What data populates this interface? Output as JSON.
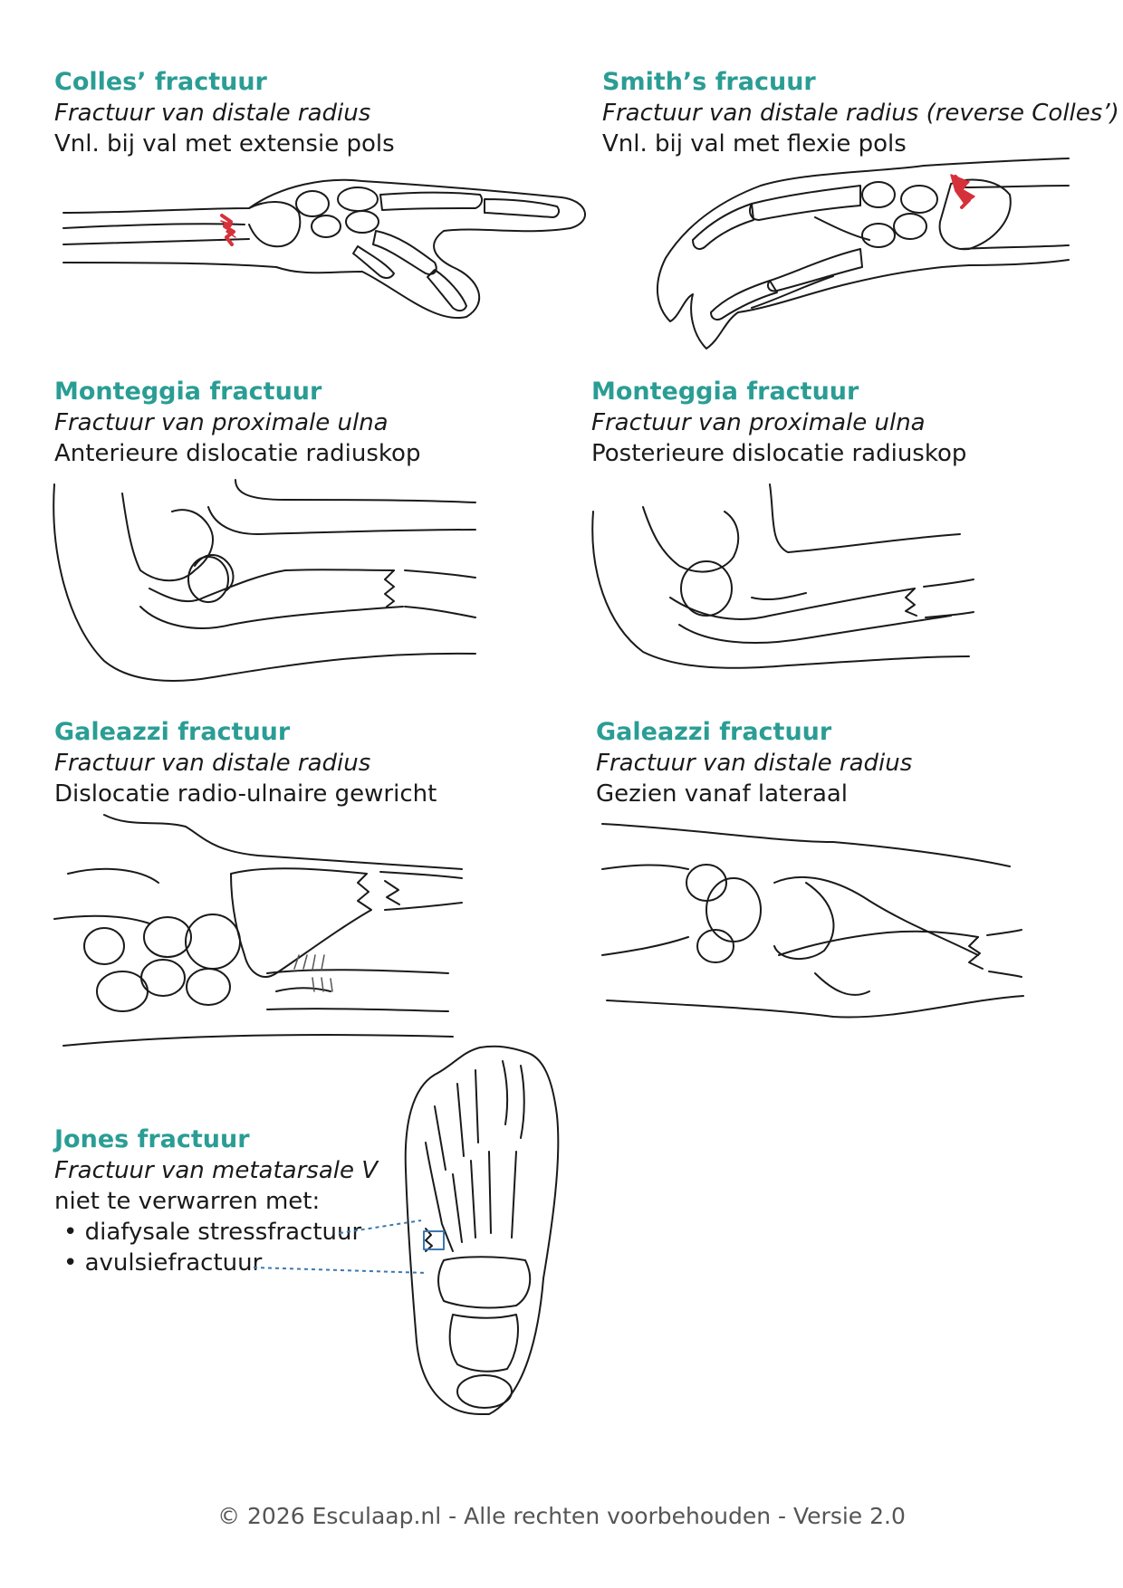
{
  "colors": {
    "title": "#2a9d94",
    "fracture": "#d6313a",
    "marker": "#3b78b0",
    "line": "#1a1a1a"
  },
  "fractures": [
    {
      "title": "Colles’ fractuur",
      "subtitle": "Fractuur van distale radius",
      "description": "Vnl. bij val met extensie pols"
    },
    {
      "title": "Smith’s fracuur",
      "subtitle": "Fractuur van distale radius (reverse Colles’)",
      "description": "Vnl. bij val met flexie pols"
    },
    {
      "title": "Monteggia fractuur",
      "subtitle": "Fractuur van proximale ulna",
      "description": "Anterieure dislocatie radiuskop"
    },
    {
      "title": "Monteggia fractuur",
      "subtitle": "Fractuur van proximale ulna",
      "description": "Posterieure dislocatie radiuskop"
    },
    {
      "title": "Galeazzi fractuur",
      "subtitle": "Fractuur van distale radius",
      "description": "Dislocatie radio-ulnaire gewricht"
    },
    {
      "title": "Galeazzi fractuur",
      "subtitle": "Fractuur van distale radius",
      "description": "Gezien vanaf lateraal"
    }
  ],
  "jones": {
    "title": "Jones fractuur",
    "subtitle": "Fractuur van metatarsale V",
    "description": "niet te verwarren met:",
    "bullets": [
      "• diafysale stressfractuur",
      "• avulsiefractuur"
    ]
  },
  "footer": "© 2026 Esculaap.nl - Alle rechten voorbehouden - Versie 2.0"
}
